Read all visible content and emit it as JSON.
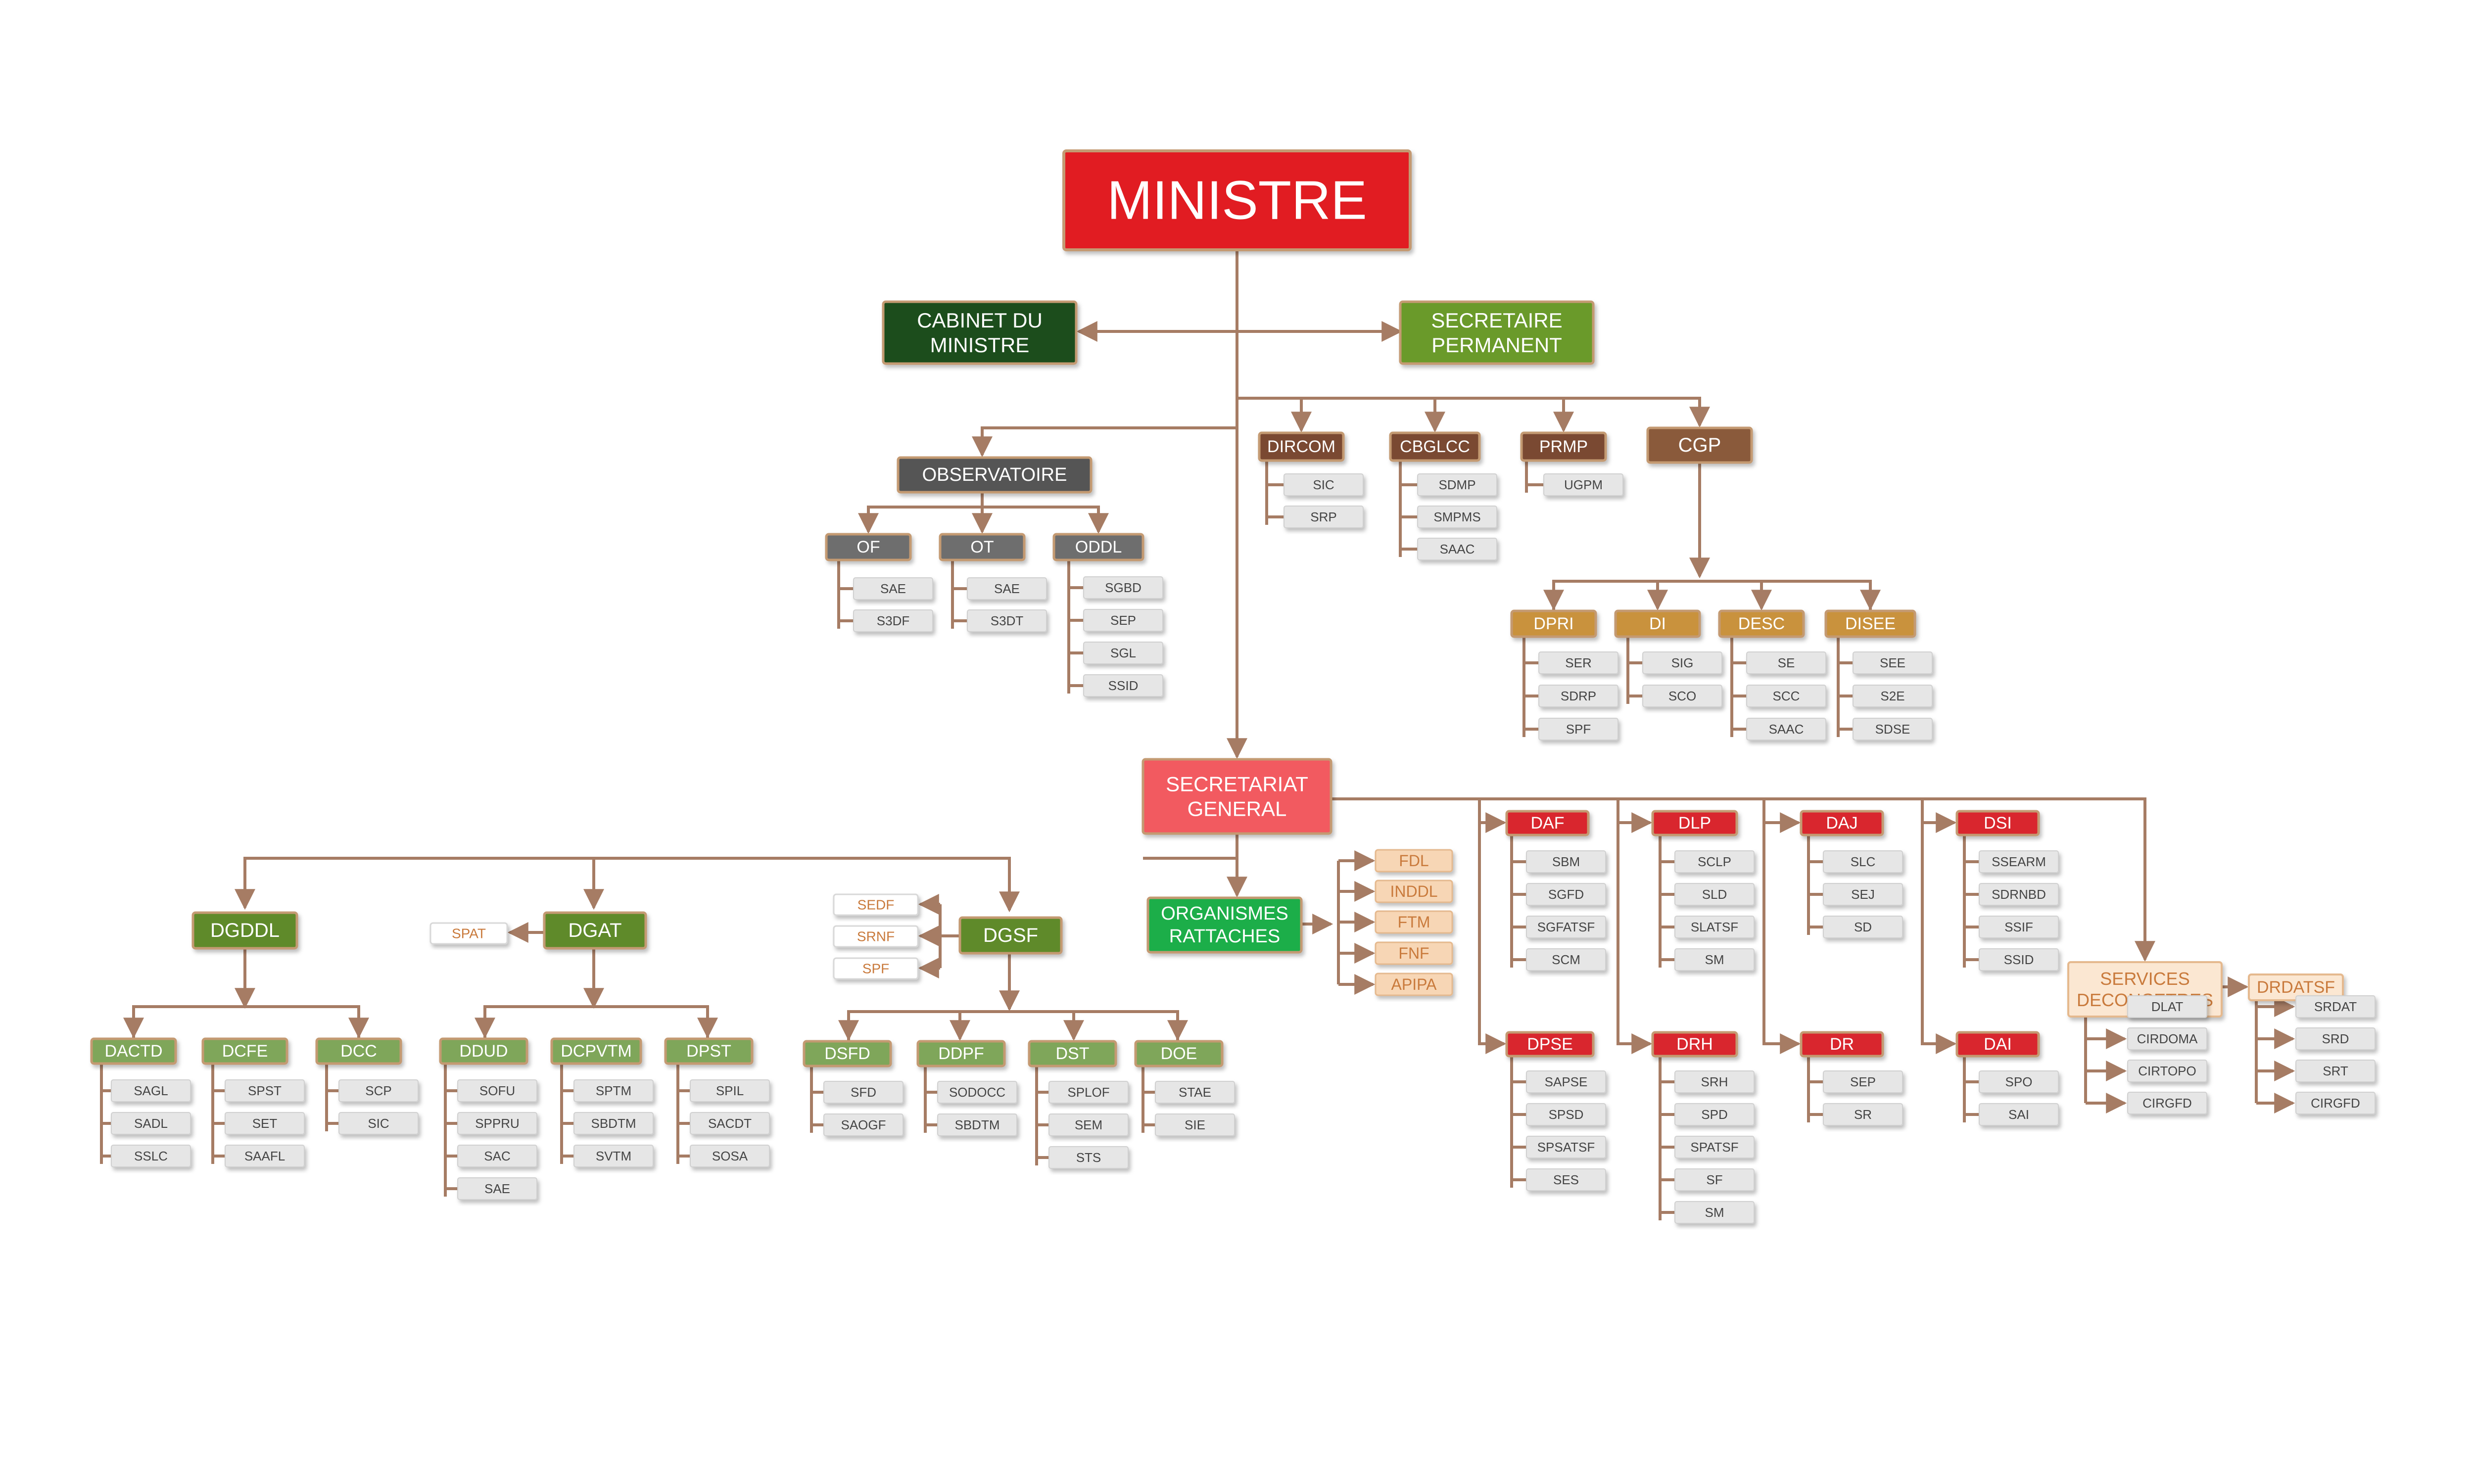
{
  "colors": {
    "connector": "#a67c64",
    "ministre": "#e11b22",
    "ministre_border": "#c49a72",
    "cabinet": "#1e4d1c",
    "sp": "#6a9a2c",
    "brown_dark": "#7a4a32",
    "brown_mid": "#8a5a3a",
    "cgp_child": "#c9923c",
    "grey_dark": "#555555",
    "grey_mid": "#6e6e6e",
    "sg": "#f25a60",
    "olive": "#5e8a2a",
    "olive_light": "#7fa65a",
    "green_bright": "#1fae4a",
    "peach": "#f7d6b5",
    "peach_text": "#c97a3c",
    "red": "#d9272e",
    "leaf_fill": "#e6e6e6",
    "leaf_text": "#444444",
    "services_fill": "#fbe7d2"
  },
  "nodes": {
    "ministre": "MINISTRE",
    "cabinet_1": "CABINET DU",
    "cabinet_2": "MINISTRE",
    "sp_1": "SECRETAIRE",
    "sp_2": "PERMANENT",
    "observatoire": "OBSERVATOIRE",
    "of": "OF",
    "ot": "OT",
    "oddl": "ODDL",
    "dircom": "DIRCOM",
    "cbglcc": "CBGLCC",
    "prmp": "PRMP",
    "cgp": "CGP",
    "dpri": "DPRI",
    "di": "DI",
    "desc": "DESC",
    "disee": "DISEE",
    "sg_1": "SECRETARIAT",
    "sg_2": "GENERAL",
    "dgddl": "DGDDL",
    "dgat": "DGAT",
    "dgsf": "DGSF",
    "org_1": "ORGANISMES",
    "org_2": "RATTACHES",
    "spat": "SPAT",
    "sedf": "SEDF",
    "srnf": "SRNF",
    "spf": "SPF",
    "fdl": "FDL",
    "inddl": "INDDL",
    "ftm": "FTM",
    "fnf": "FNF",
    "apipa": "APIPA",
    "dactd": "DACTD",
    "dcfe": "DCFE",
    "dcc": "DCC",
    "ddud": "DDUD",
    "dcpvtm": "DCPVTM",
    "dpst": "DPST",
    "dsfd": "DSFD",
    "ddpf": "DDPF",
    "dst": "DST",
    "doe": "DOE",
    "daf": "DAF",
    "dlp": "DLP",
    "daj": "DAJ",
    "dsi": "DSI",
    "dpse": "DPSE",
    "drh": "DRH",
    "dr": "DR",
    "dai": "DAI",
    "services_1": "SERVICES",
    "services_2": "DECONCETRES",
    "drdatsf": "DRDATSF"
  },
  "leaves": {
    "of": [
      "SAE",
      "S3DF"
    ],
    "ot": [
      "SAE",
      "S3DT"
    ],
    "oddl": [
      "SGBD",
      "SEP",
      "SGL",
      "SSID"
    ],
    "dircom": [
      "SIC",
      "SRP"
    ],
    "cbglcc": [
      "SDMP",
      "SMPMS",
      "SAAC"
    ],
    "prmp": [
      "UGPM"
    ],
    "dpri": [
      "SER",
      "SDRP",
      "SPF"
    ],
    "di": [
      "SIG",
      "SCO"
    ],
    "desc": [
      "SE",
      "SCC",
      "SAAC"
    ],
    "disee": [
      "SEE",
      "S2E",
      "SDSE"
    ],
    "dactd": [
      "SAGL",
      "SADL",
      "SSLC"
    ],
    "dcfe": [
      "SPST",
      "SET",
      "SAAFL"
    ],
    "dcc": [
      "SCP",
      "SIC"
    ],
    "ddud": [
      "SOFU",
      "SPPRU",
      "SAC",
      "SAE"
    ],
    "dcpvtm": [
      "SPTM",
      "SBDTM",
      "SVTM"
    ],
    "dpst": [
      "SPIL",
      "SACDT",
      "SOSA"
    ],
    "dsfd": [
      "SFD",
      "SAOGF"
    ],
    "ddpf": [
      "SODOCC",
      "SBDTM"
    ],
    "dst": [
      "SPLOF",
      "SEM",
      "STS"
    ],
    "doe": [
      "STAE",
      "SIE"
    ],
    "daf": [
      "SBM",
      "SGFD",
      "SGFATSF",
      "SCM"
    ],
    "dlp": [
      "SCLP",
      "SLD",
      "SLATSF",
      "SM"
    ],
    "daj": [
      "SLC",
      "SEJ",
      "SD"
    ],
    "dsi": [
      "SSEARM",
      "SDRNBD",
      "SSIF",
      "SSID"
    ],
    "dpse": [
      "SAPSE",
      "SPSD",
      "SPSATSF",
      "SES"
    ],
    "drh": [
      "SRH",
      "SPD",
      "SPATSF",
      "SF",
      "SM"
    ],
    "dr": [
      "SEP",
      "SR"
    ],
    "dai": [
      "SPO",
      "SAI"
    ],
    "services": [
      "DLAT",
      "CIRDOMA",
      "CIRTOPO",
      "CIRGFD"
    ],
    "drdatsf": [
      "SRDAT",
      "SRD",
      "SRT",
      "CIRGFD"
    ]
  }
}
